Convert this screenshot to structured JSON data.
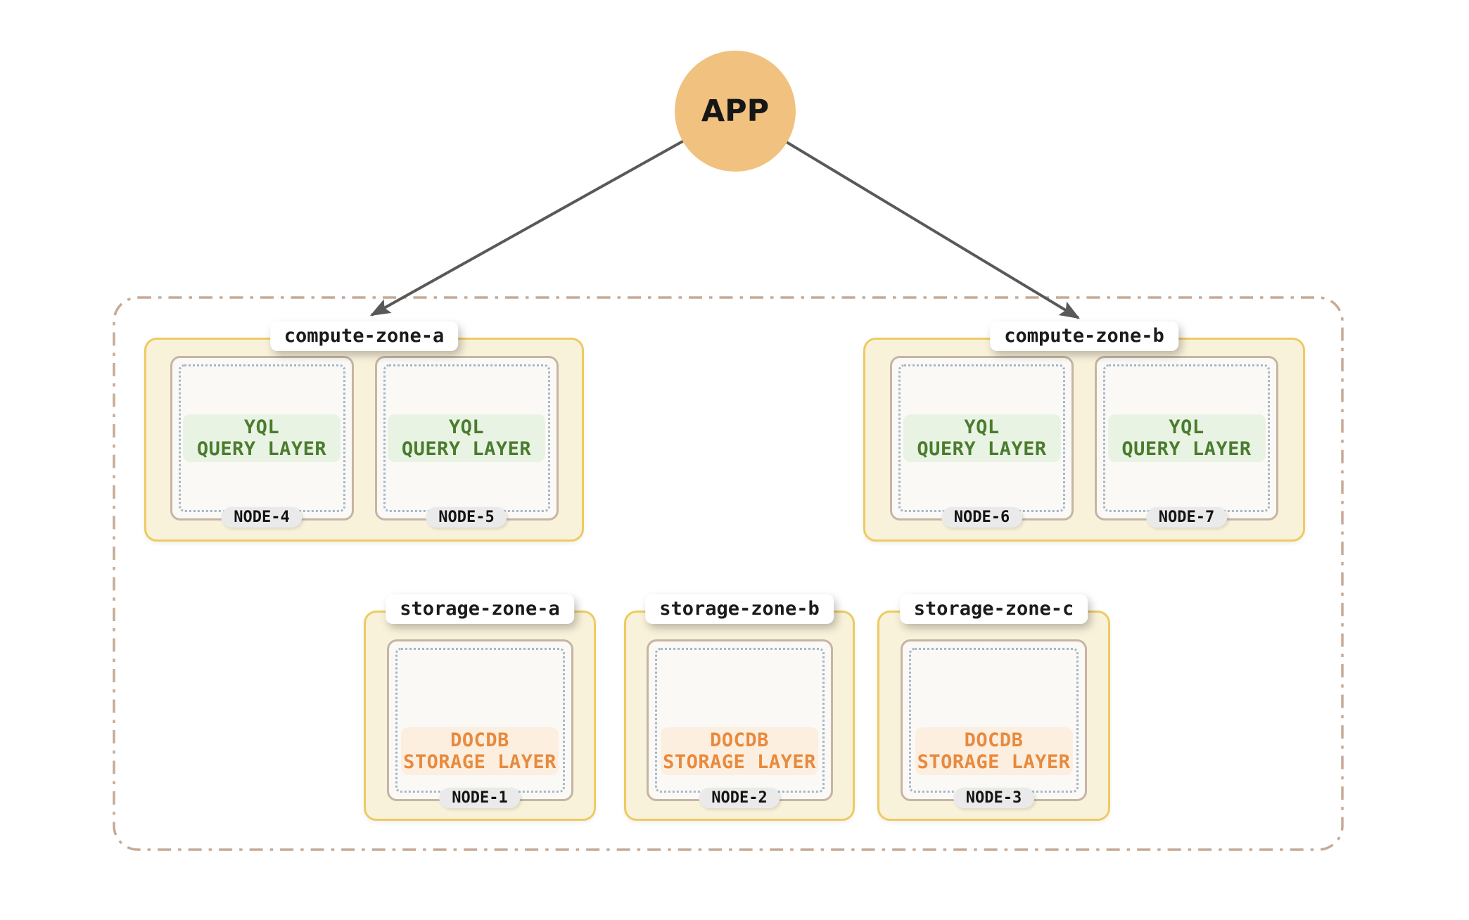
{
  "app": {
    "label": "APP"
  },
  "diagram": {
    "zones": [
      {
        "label": "compute-zone-a",
        "kind": "compute",
        "nodes": [
          {
            "name": "NODE-4",
            "layer": {
              "line1": "YQL",
              "line2": "QUERY LAYER"
            }
          },
          {
            "name": "NODE-5",
            "layer": {
              "line1": "YQL",
              "line2": "QUERY LAYER"
            }
          }
        ]
      },
      {
        "label": "compute-zone-b",
        "kind": "compute",
        "nodes": [
          {
            "name": "NODE-6",
            "layer": {
              "line1": "YQL",
              "line2": "QUERY LAYER"
            }
          },
          {
            "name": "NODE-7",
            "layer": {
              "line1": "YQL",
              "line2": "QUERY LAYER"
            }
          }
        ]
      },
      {
        "label": "storage-zone-a",
        "kind": "storage",
        "nodes": [
          {
            "name": "NODE-1",
            "layer": {
              "line1": "DOCDB",
              "line2": "STORAGE LAYER"
            }
          }
        ]
      },
      {
        "label": "storage-zone-b",
        "kind": "storage",
        "nodes": [
          {
            "name": "NODE-2",
            "layer": {
              "line1": "DOCDB",
              "line2": "STORAGE LAYER"
            }
          }
        ]
      },
      {
        "label": "storage-zone-c",
        "kind": "storage",
        "nodes": [
          {
            "name": "NODE-3",
            "layer": {
              "line1": "DOCDB",
              "line2": "STORAGE LAYER"
            }
          }
        ]
      }
    ]
  },
  "theme": {
    "app_circle": "#f1c17f",
    "arrow": "#595959",
    "outer_border": "#c6aa96",
    "zone_fill": "#f9f2da",
    "zone_border": "#edcb62",
    "node_fill": "#fbf9f5",
    "node_border": "#c6b4a4",
    "dots": "#a3b7c9",
    "yql_text": "#4a7c2f",
    "yql_bg": "#e9f3e3",
    "docdb_text": "#e88a3e",
    "docdb_bg": "#fcefe0",
    "node_pill_bg": "#eaeaea",
    "label_text": "#1b1b1b"
  }
}
